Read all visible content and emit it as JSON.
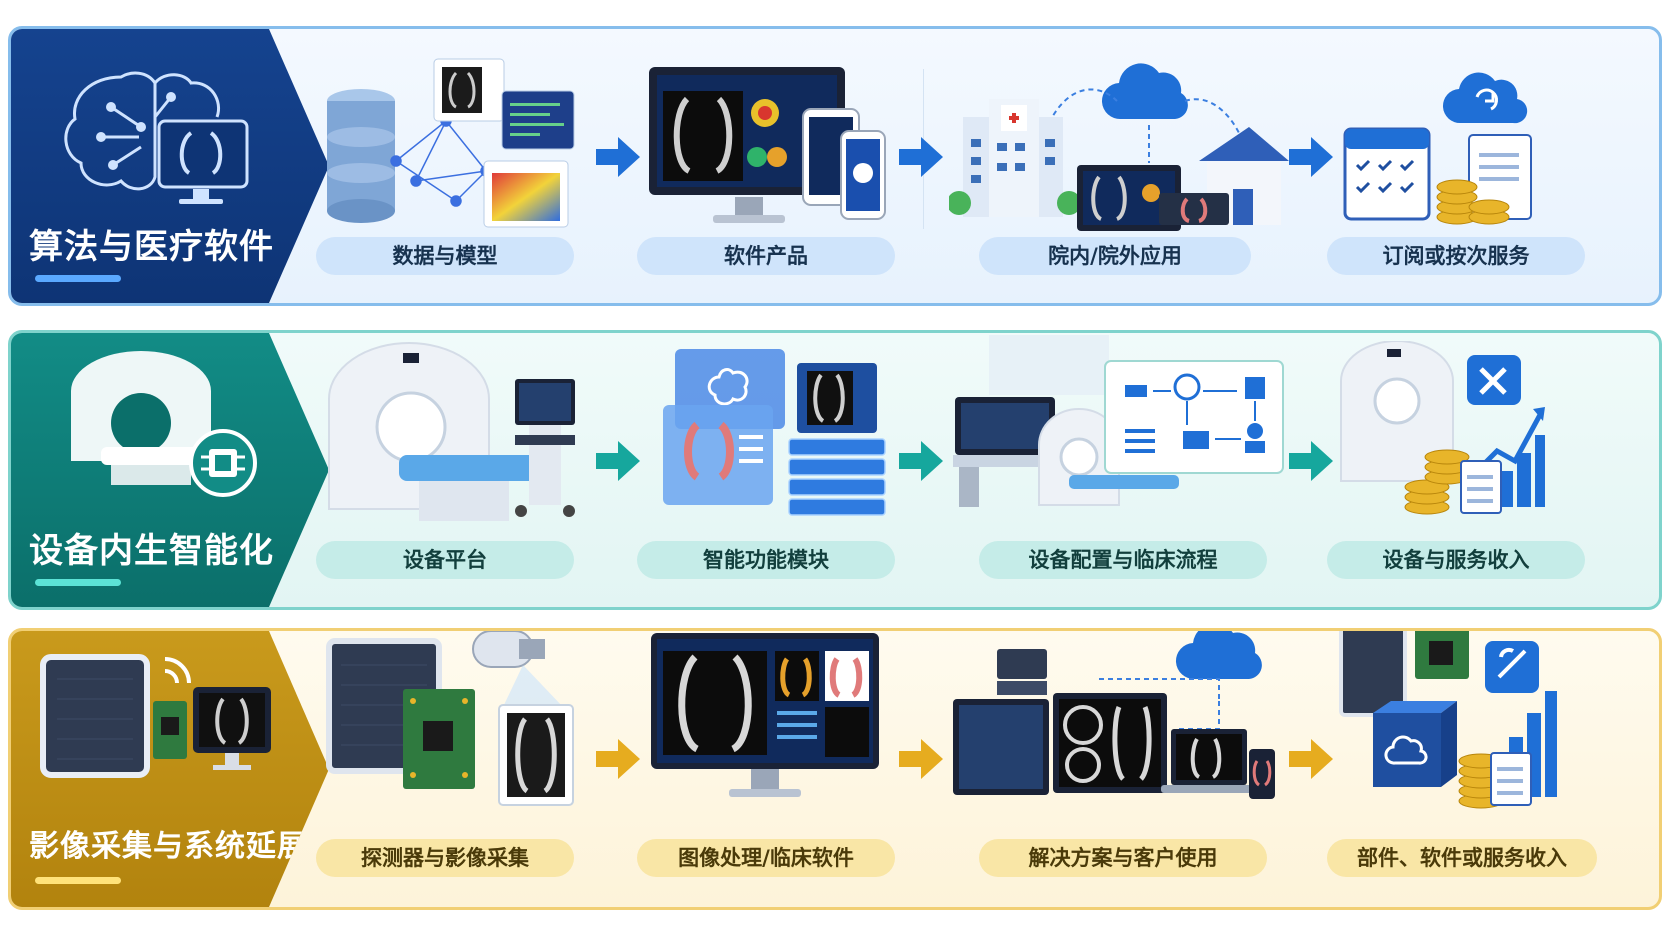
{
  "rows": [
    {
      "title": "算法与医疗软件",
      "steps": [
        "数据与模型",
        "软件产品",
        "院内/院外应用",
        "订阅或按次服务"
      ]
    },
    {
      "title": "设备内生智能化",
      "steps": [
        "设备平台",
        "智能功能模块",
        "设备配置与临床流程",
        "设备与服务收入"
      ]
    },
    {
      "title": "影像采集与系统延展",
      "steps": [
        "探测器与影像采集",
        "图像处理/临床软件",
        "解决方案与客户使用",
        "部件、软件或服务收入"
      ]
    }
  ],
  "colors": {
    "blue_head": "#15438f",
    "teal_head": "#128c86",
    "gold_head": "#c99a1c",
    "blue_arrow": "#1f6fd6",
    "teal_arrow": "#16a79d",
    "gold_arrow": "#e6ac1f"
  },
  "icons": {
    "row1": [
      "brain-circuit-icon",
      "database-icon",
      "monitor-xray-icon",
      "hospital-cloud-icon",
      "calendar-coins-icon"
    ],
    "row2": [
      "mri-chip-icon",
      "ct-scanner-icon",
      "ai-module-icon",
      "clinical-workflow-icon",
      "revenue-chart-icon"
    ],
    "row3": [
      "detector-wireless-icon",
      "detector-board-icon",
      "processing-monitor-icon",
      "solution-cloud-icon",
      "parts-revenue-icon"
    ]
  }
}
